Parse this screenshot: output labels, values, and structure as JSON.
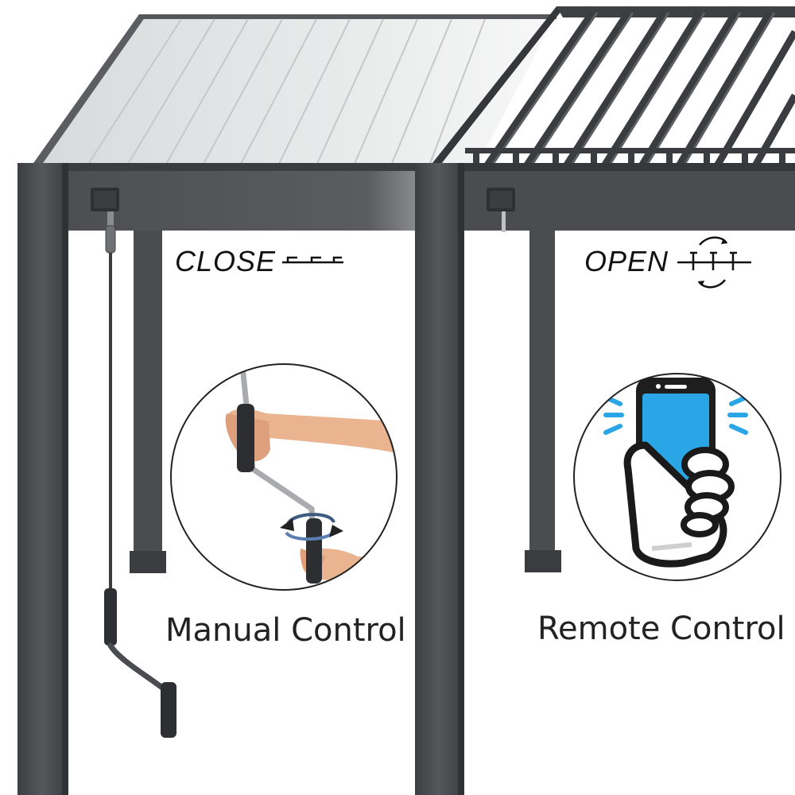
{
  "labels": {
    "close": "CLOSE",
    "open": "OPEN",
    "manual": "Manual Control",
    "remote": "Remote Control"
  },
  "colors": {
    "frame": "#4a4c50",
    "frame_dark": "#35373a",
    "roof_light": "#e3e5e7",
    "phone_blue": "#2aa6e6",
    "skin": "#e9b48f"
  },
  "icons": [
    "close-louver-icon",
    "open-louver-rotate-icon",
    "crank-handle-icon",
    "hand-holding-phone-icon",
    "signal-waves-icon"
  ]
}
